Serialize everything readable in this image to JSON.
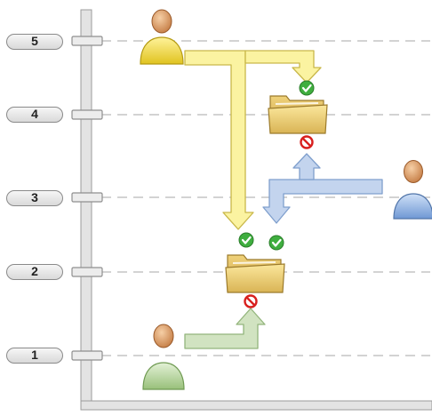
{
  "levels": [
    {
      "label": "5"
    },
    {
      "label": "4"
    },
    {
      "label": "3"
    },
    {
      "label": "2"
    },
    {
      "label": "1"
    }
  ],
  "users": [
    {
      "name": "yellow-user",
      "color": "#f2e23a"
    },
    {
      "name": "blue-user",
      "color": "#8fb2e0"
    },
    {
      "name": "green-user",
      "color": "#b9d9a4"
    }
  ],
  "icons": {
    "allowed": "check-icon",
    "denied": "no-entry-icon",
    "folder": "folder-icon"
  },
  "colors": {
    "yellow_arrow": "#fbf3a1",
    "blue_arrow": "#c3d4ee",
    "green_arrow": "#d1e3c1",
    "axis": "#c8c8c8",
    "dashed_line": "#b9b9b9"
  }
}
